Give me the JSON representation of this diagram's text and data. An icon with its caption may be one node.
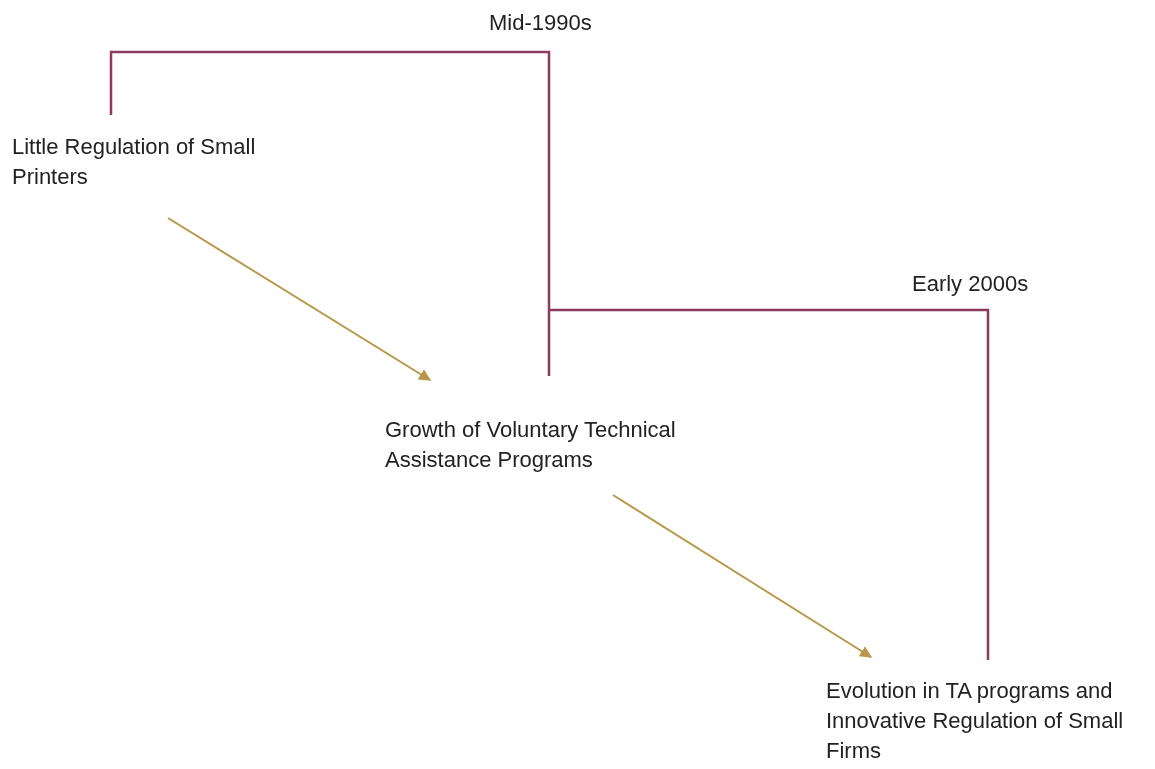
{
  "diagram": {
    "nodes": [
      {
        "text": [
          "Little Regulation of Small Printers"
        ]
      },
      {
        "text": [
          "Growth of Voluntary Technical Assistance Programs"
        ]
      },
      {
        "text": [
          "Evolution in TA programs and Innovative Regulation of Small Firms"
        ]
      }
    ],
    "edges": [
      {
        "from": 0,
        "to": 1,
        "arrow": "to"
      },
      {
        "from": 1,
        "to": 2,
        "arrow": "to"
      }
    ],
    "labels": [
      "Mid-1990s",
      "Early 2000s"
    ]
  }
}
